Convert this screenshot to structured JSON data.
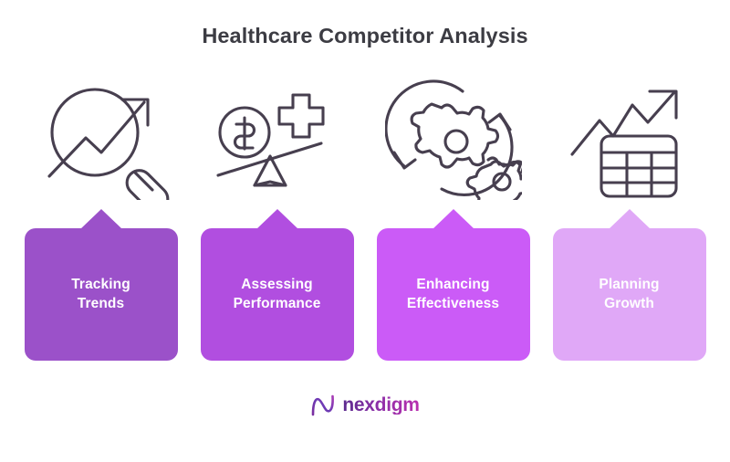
{
  "header": {
    "title": "Healthcare Competitor Analysis",
    "title_color": "#3c3c43"
  },
  "theme": {
    "background": "#ffffff",
    "icon_stroke": "#473f4f",
    "card_text_color": "#ffffff"
  },
  "columns": [
    {
      "icon_name": "magnifying-glass-trend-arrow-icon",
      "label": "Tracking\nTrends",
      "card_color": "#9b51c9"
    },
    {
      "icon_name": "balance-scale-dollar-medical-cross-icon",
      "label": "Assessing\nPerformance",
      "card_color": "#b14ee0"
    },
    {
      "icon_name": "gears-circular-arrows-icon",
      "label": "Enhancing\nEffectiveness",
      "card_color": "#cb5bf7"
    },
    {
      "icon_name": "growth-arrow-table-grid-icon",
      "label": "Planning\nGrowth",
      "card_color": "#e0a8f7"
    }
  ],
  "footer": {
    "logo_mark_name": "nexdigm-n-mark-icon",
    "logo_text": "nexdigm",
    "logo_gradient_start": "#5b2b8e",
    "logo_gradient_end": "#b92fae"
  }
}
